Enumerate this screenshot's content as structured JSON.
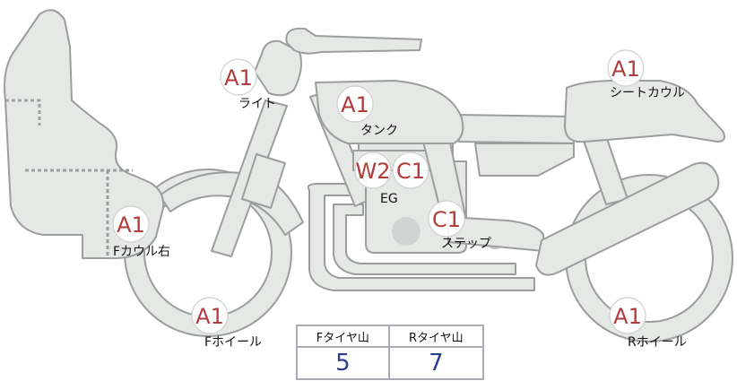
{
  "diagram": {
    "parts": [
      {
        "id": "light",
        "grade": "A1",
        "label": "ライト"
      },
      {
        "id": "tank",
        "grade": "A1",
        "label": "タンク"
      },
      {
        "id": "seat-cowl",
        "grade": "A1",
        "label": "シートカウル"
      },
      {
        "id": "engine",
        "grades": [
          "W2",
          "C1"
        ],
        "label": "EG"
      },
      {
        "id": "step",
        "grade": "C1",
        "label": "ステップ"
      },
      {
        "id": "front-cowl-right",
        "grade": "A1",
        "label": "Fカウル右"
      },
      {
        "id": "front-wheel",
        "grade": "A1",
        "label": "Fホイール"
      },
      {
        "id": "rear-wheel",
        "grade": "A1",
        "label": "Rホイール"
      }
    ]
  },
  "tire_table": {
    "front_label": "Fタイヤ山",
    "rear_label": "Rタイヤ山",
    "front_value": "5",
    "rear_value": "7"
  },
  "colors": {
    "grade": "#b23b3b",
    "part_fill": "#e6e8e6",
    "part_stroke": "#9b9e9d",
    "table_value": "#2d3f8c"
  }
}
